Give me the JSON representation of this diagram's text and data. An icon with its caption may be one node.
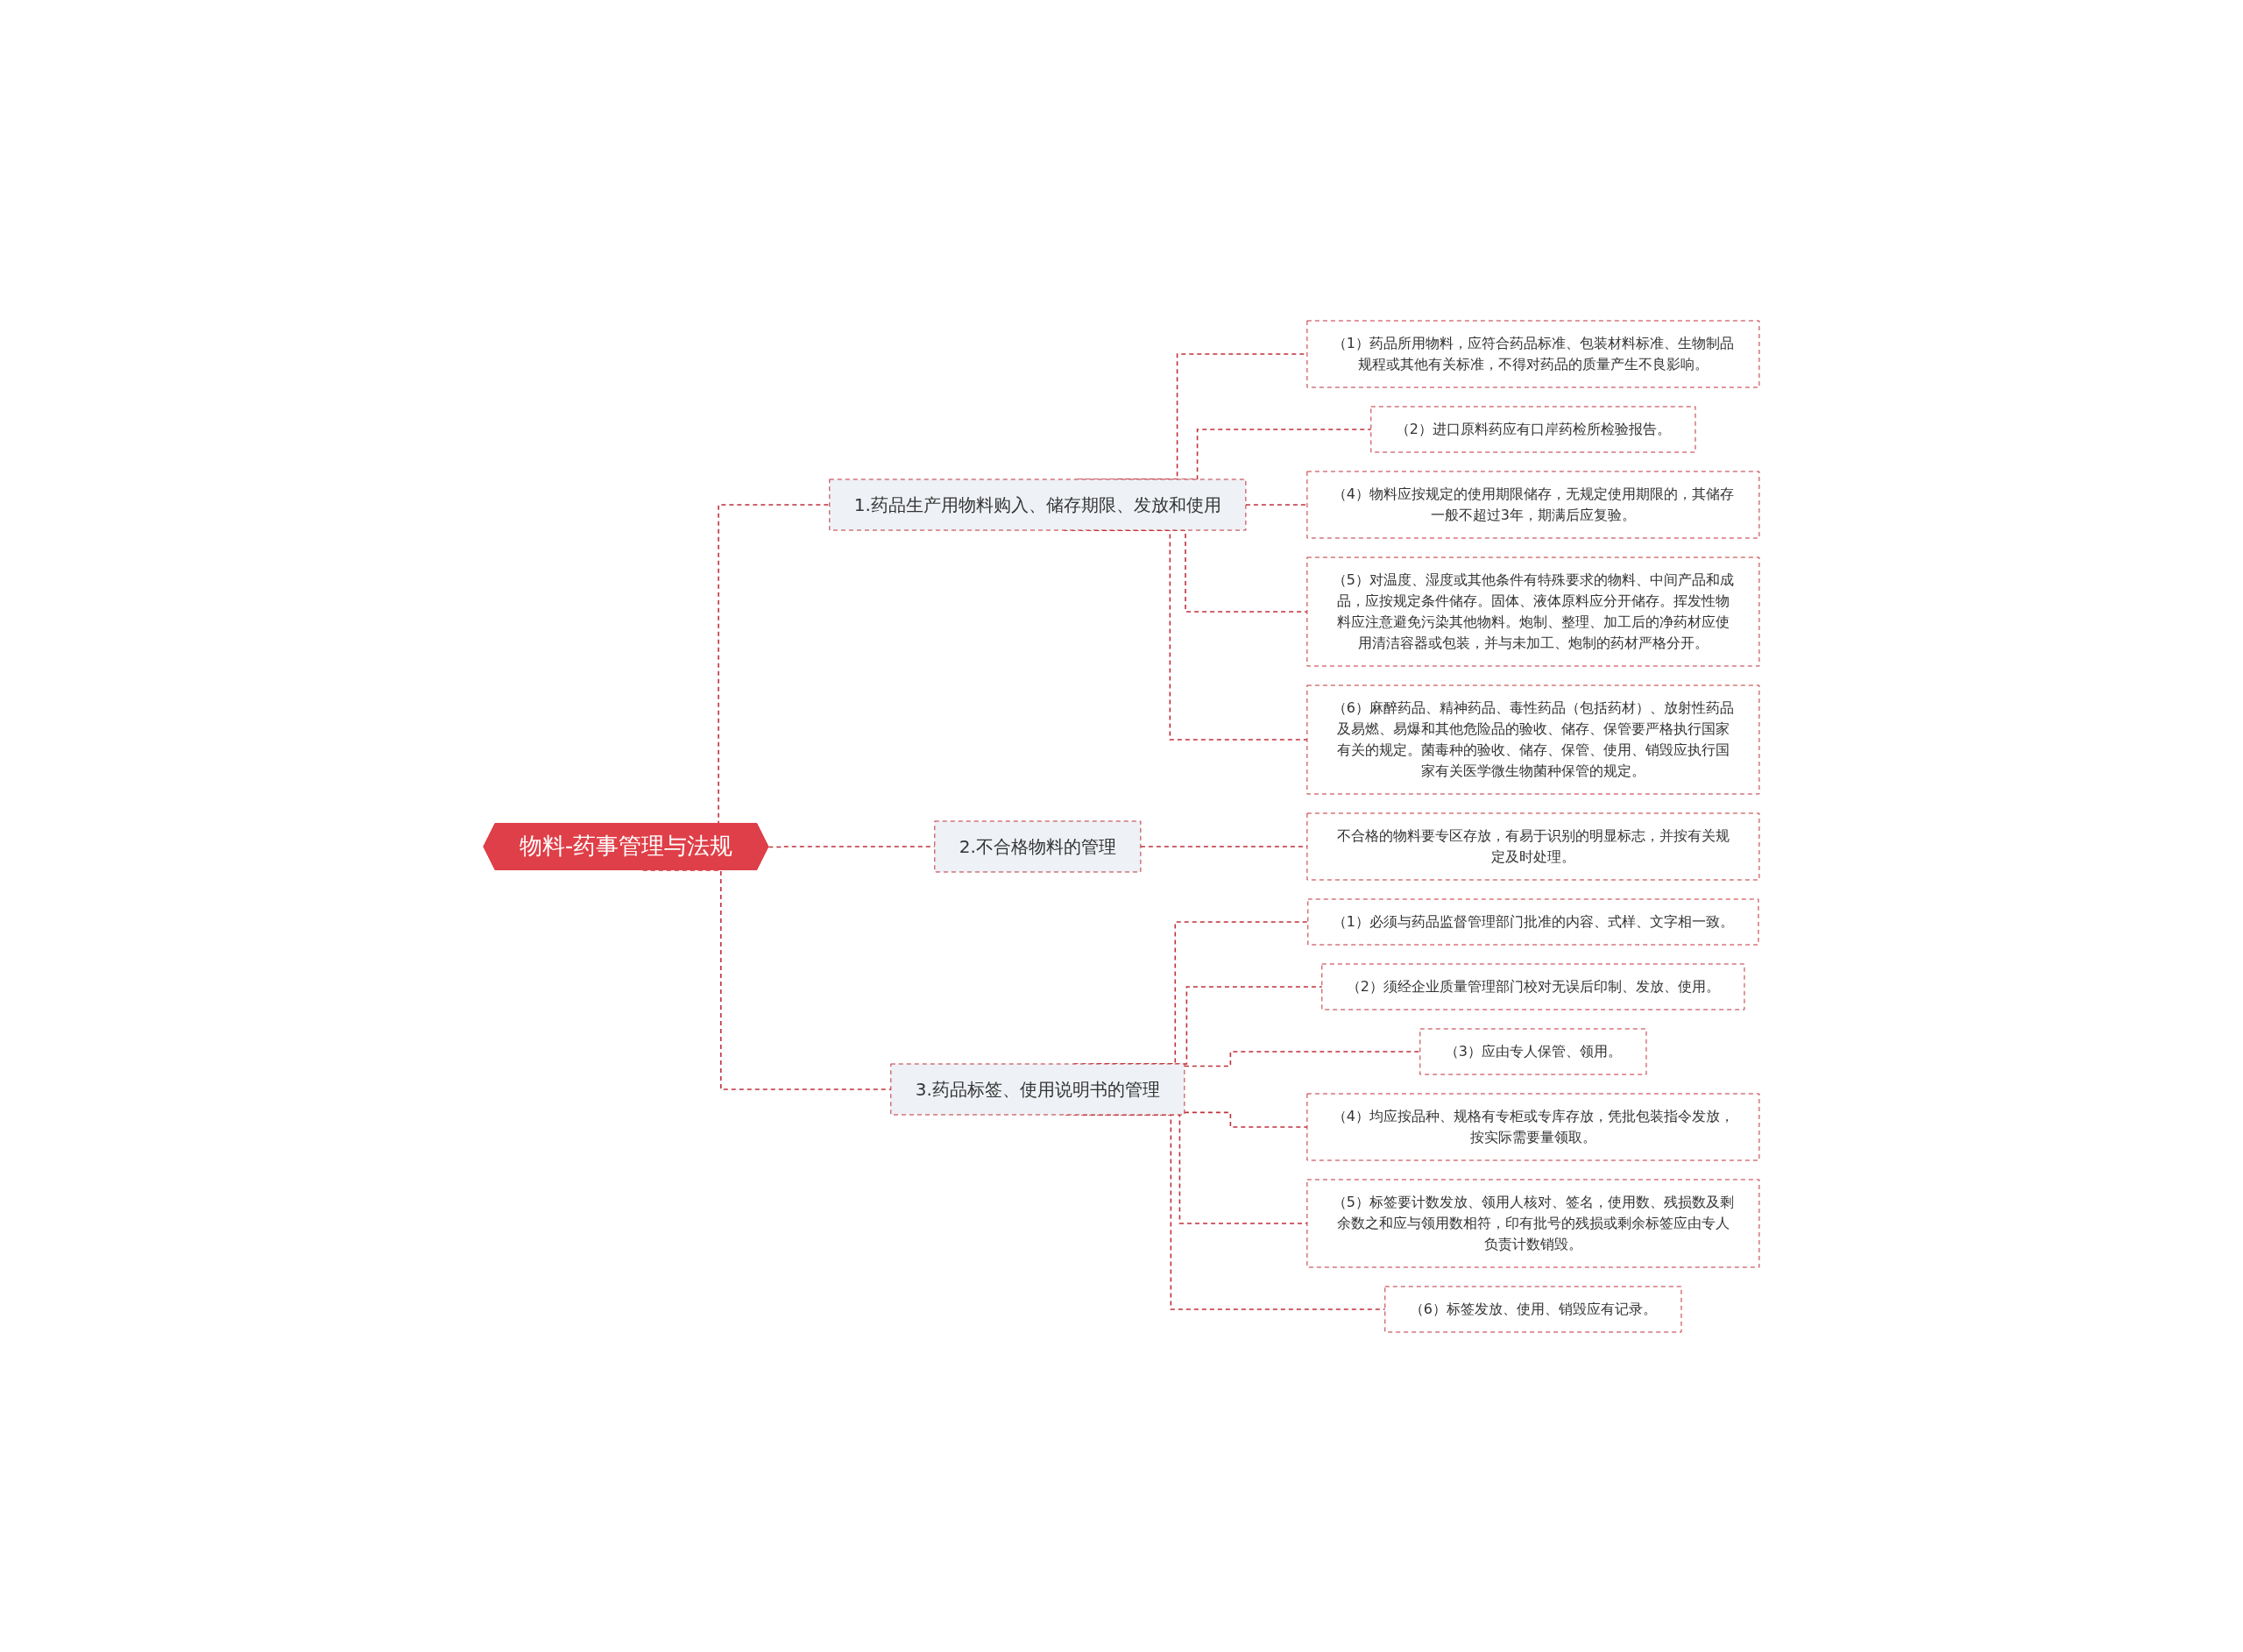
{
  "diagram": {
    "nodes": [
      {
        "text": [
          "物料-药事管理与法规"
        ]
      },
      {
        "text": [
          "1.药品生产用物料购入、储存期限、发放和使用"
        ]
      },
      {
        "text": [
          "（1）药品所用物料，应符合药品标准、包装材料标准、生物制品规程或其他有关标准，不得对药品的质量产生不良影响。"
        ]
      },
      {
        "text": [
          "（2）进口原料药应有口岸药检所检验报告。"
        ]
      },
      {
        "text": [
          "（4）物料应按规定的使用期限储存，无规定使用期限的，其储存一般不超过3年，期满后应复验。"
        ]
      },
      {
        "text": [
          "（5）对温度、湿度或其他条件有特殊要求的物料、中间产品和成品，应按规定条件储存。固体、液体原料应分开储存。挥发性物料应注意避免污染其他物料。炮制、整理、加工后的净药材应使用清洁容器或包装，并与未加工、炮制的药材严格分开。"
        ]
      },
      {
        "text": [
          "（6）麻醉药品、精神药品、毒性药品（包括药材）、放射性药品及易燃、易爆和其他危险品的验收、储存、保管要严格执行国家有关的规定。菌毒种的验收、储存、保管、使用、销毁应执行国家有关医学微生物菌种保管的规定。"
        ]
      },
      {
        "text": [
          "2.不合格物料的管理"
        ]
      },
      {
        "text": [
          "不合格的物料要专区存放，有易于识别的明显标志，并按有关规定及时处理。"
        ]
      },
      {
        "text": [
          "3.药品标签、使用说明书的管理"
        ]
      },
      {
        "text": [
          "（1）必须与药品监督管理部门批准的内容、式样、文字相一致。"
        ]
      },
      {
        "text": [
          "（2）须经企业质量管理部门校对无误后印制、发放、使用。"
        ]
      },
      {
        "text": [
          "（3）应由专人保管、领用。"
        ]
      },
      {
        "text": [
          "（4）均应按品种、规格有专柜或专库存放，凭批包装指令发放，按实际需要量领取。"
        ]
      },
      {
        "text": [
          "（5）标签要计数发放、领用人核对、签名，使用数、残损数及剩余数之和应与领用数相符，印有批号的残损或剩余标签应由专人负责计数销毁。"
        ]
      },
      {
        "text": [
          "（6）标签发放、使用、销毁应有记录。"
        ]
      }
    ],
    "edges": [
      {
        "from": 0,
        "to": 1,
        "arrow": "none",
        "style": "dashed"
      },
      {
        "from": 1,
        "to": 2,
        "arrow": "none",
        "style": "dashed"
      },
      {
        "from": 1,
        "to": 3,
        "arrow": "none",
        "style": "dashed"
      },
      {
        "from": 1,
        "to": 4,
        "arrow": "none",
        "style": "dashed"
      },
      {
        "from": 1,
        "to": 5,
        "arrow": "none",
        "style": "dashed"
      },
      {
        "from": 1,
        "to": 6,
        "arrow": "none",
        "style": "dashed"
      },
      {
        "from": 0,
        "to": 7,
        "arrow": "none",
        "style": "dashed"
      },
      {
        "from": 7,
        "to": 8,
        "arrow": "none",
        "style": "dashed"
      },
      {
        "from": 0,
        "to": 9,
        "arrow": "none",
        "style": "dashed"
      },
      {
        "from": 9,
        "to": 10,
        "arrow": "none",
        "style": "dashed"
      },
      {
        "from": 9,
        "to": 11,
        "arrow": "none",
        "style": "dashed"
      },
      {
        "from": 9,
        "to": 12,
        "arrow": "none",
        "style": "dashed"
      },
      {
        "from": 9,
        "to": 13,
        "arrow": "none",
        "style": "dashed"
      },
      {
        "from": 9,
        "to": 14,
        "arrow": "none",
        "style": "dashed"
      },
      {
        "from": 9,
        "to": 15,
        "arrow": "none",
        "style": "dashed"
      }
    ]
  }
}
